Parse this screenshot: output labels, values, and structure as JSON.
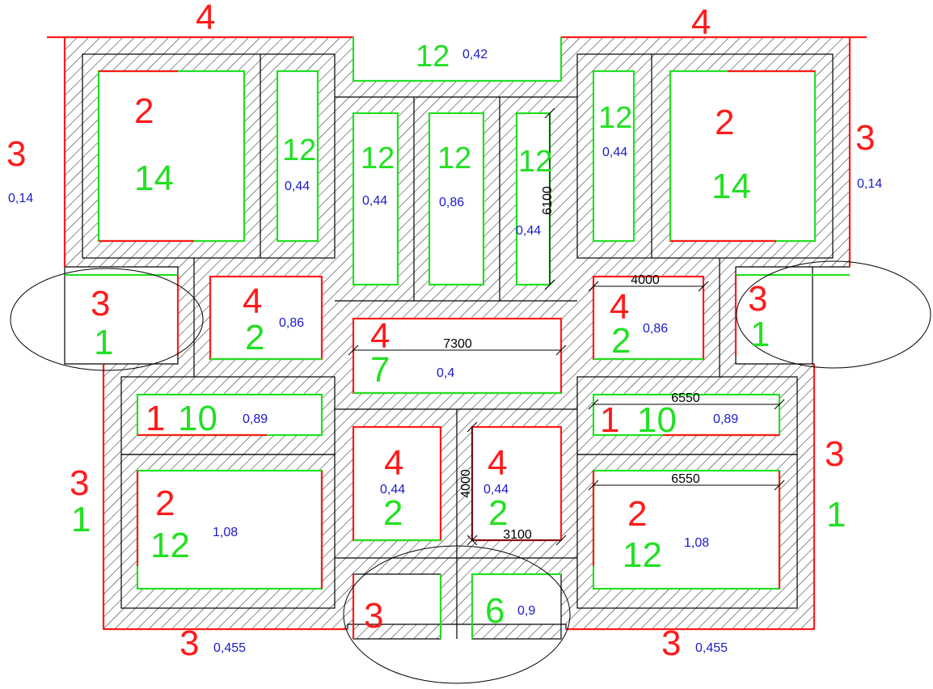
{
  "colors": {
    "red": "#ff1a1a",
    "green": "#22e022",
    "blue": "#1a1acc",
    "wall": "#000000",
    "hatch": "#000000"
  },
  "outer_labels": {
    "top_left_4": "4",
    "top_right_4": "4",
    "top_mid_12": "12",
    "top_mid_val": "0,42",
    "left_3": "3",
    "left_val": "0,14",
    "right_3": "3",
    "right_val": "0,14",
    "left_ellipse_3": "3",
    "left_ellipse_1": "1",
    "right_ellipse_3": "3",
    "right_ellipse_1": "1",
    "lower_left_3": "3",
    "lower_left_1": "1",
    "lower_right_3": "3",
    "lower_right_1": "1",
    "bottom_left_3": "3",
    "bottom_left_val": "0,455",
    "bottom_right_3": "3",
    "bottom_right_val": "0,455",
    "bottom_mid_3": "3",
    "bottom_mid_6": "6",
    "bottom_mid_val": "0,9"
  },
  "rooms": {
    "tl_2": "2",
    "tl_14": "14",
    "tl_nar_12": "12",
    "tl_nar_val": "0,44",
    "c1_12": "12",
    "c1_val": "0,44",
    "c2_12": "12",
    "c2_val": "0,86",
    "c3_12": "12",
    "c3_val": "0,44",
    "tr_nar_12": "12",
    "tr_nar_val": "0,44",
    "tr_2": "2",
    "tr_14": "14",
    "ml_4": "4",
    "ml_2": "2",
    "ml_val": "0,86",
    "mc_4": "4",
    "mc_7": "7",
    "mc_val": "0,4",
    "mr_4": "4",
    "mr_2": "2",
    "mr_val": "0,86",
    "cl_1": "1",
    "cl_10": "10",
    "cl_val": "0,89",
    "cr_1": "1",
    "cr_10": "10",
    "cr_val": "0,89",
    "bl_2": "2",
    "bl_12": "12",
    "bl_val": "1,08",
    "bc1_4": "4",
    "bc1_val": "0,44",
    "bc1_2": "2",
    "bc2_4": "4",
    "bc2_val": "0,44",
    "bc2_2": "2",
    "br_2": "2",
    "br_12": "12",
    "br_val": "1,08"
  },
  "dimensions": {
    "d6100": "6100",
    "d4000_top": "4000",
    "d7300": "7300",
    "d6550_a": "6550",
    "d6550_b": "6550",
    "d4000_v": "4000",
    "d3100": "3100"
  }
}
